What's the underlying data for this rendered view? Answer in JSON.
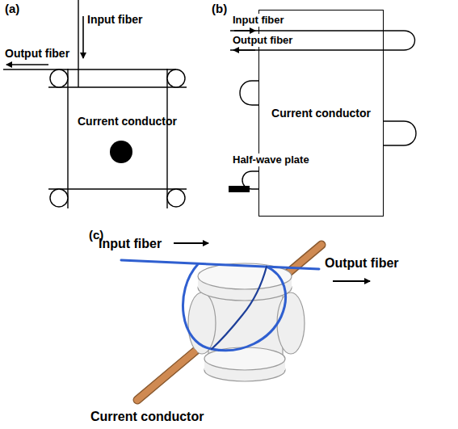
{
  "diagram": {
    "nodes": [
      {
        "text": [
          "Current conductor"
        ]
      }
    ],
    "labels": [
      "(a)",
      "Input fiber",
      "Output fiber",
      "Current conductor",
      "(b)",
      "Input fiber",
      "Output fiber",
      "Half-wave plate",
      "(c)",
      "Input fiber",
      "Output fiber",
      "Current conductor"
    ]
  }
}
